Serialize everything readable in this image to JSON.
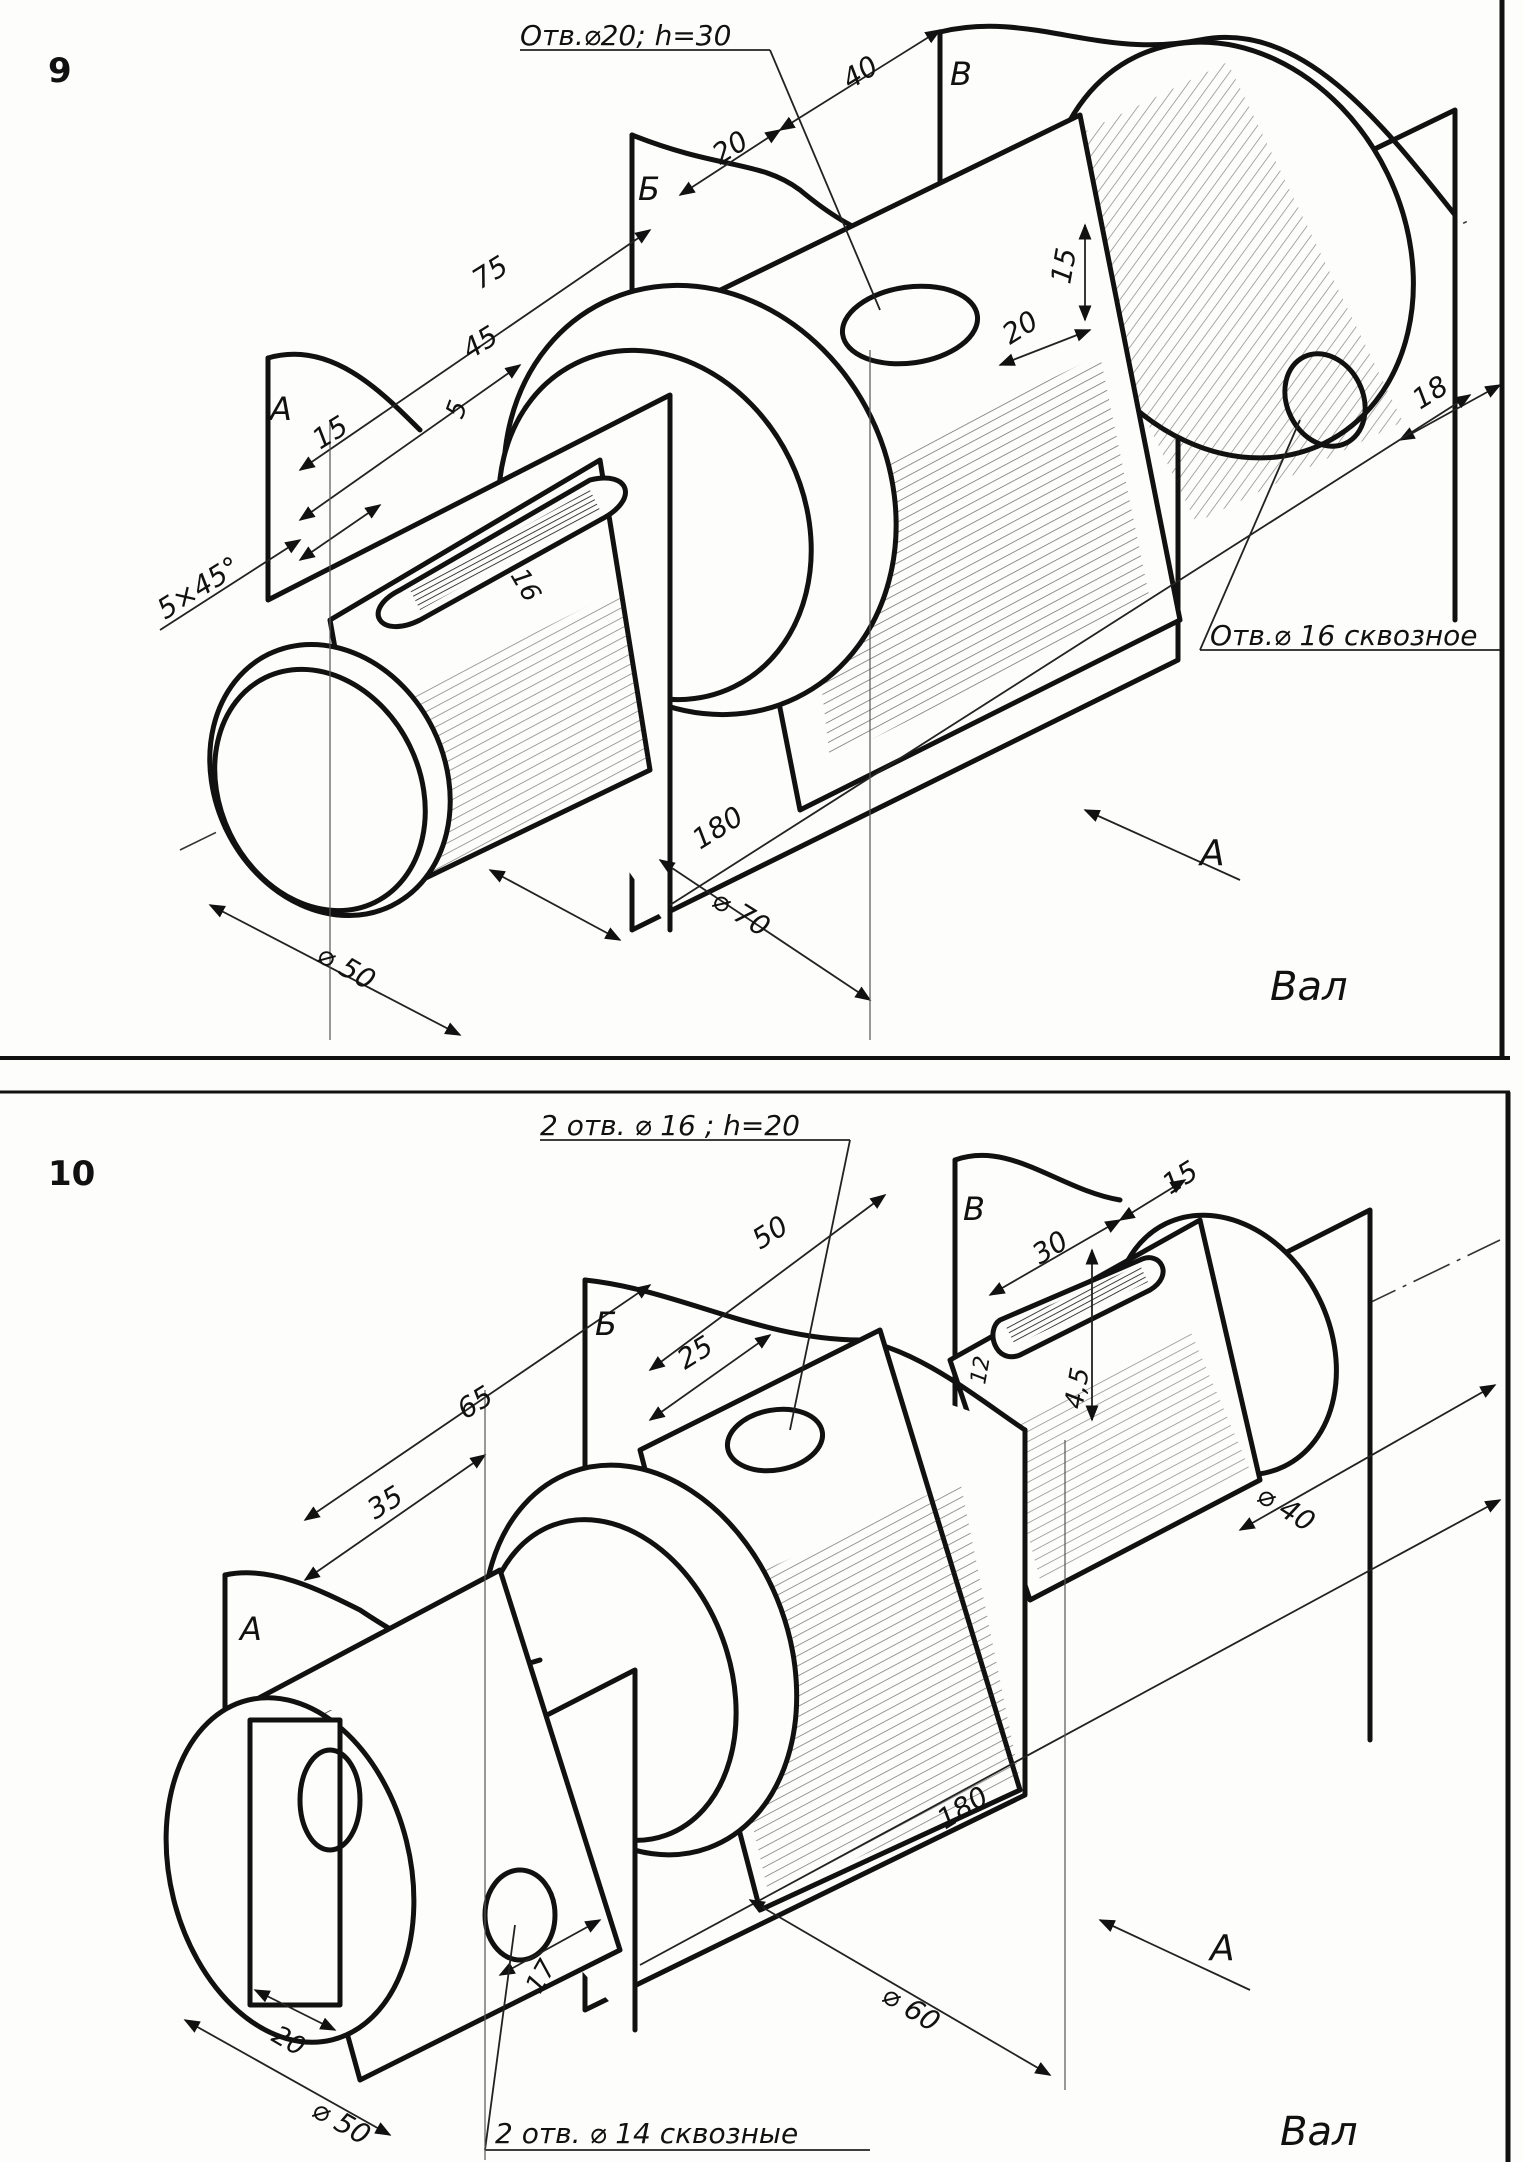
{
  "panels": [
    {
      "number": "9",
      "title": "Вал",
      "view_arrow": "A",
      "cut_planes": [
        "А",
        "Б",
        "В"
      ],
      "dimensions": [
        "75",
        "45",
        "15",
        "5",
        "16",
        "20",
        "40",
        "15",
        "20",
        "18",
        "180",
        "⌀ 70",
        "⌀ 50",
        "5×45°"
      ],
      "notes": [
        "Отв.⌀20; h=30",
        "Отв.⌀ 16 сквозное"
      ]
    },
    {
      "number": "10",
      "title": "Вал",
      "view_arrow": "A",
      "cut_planes": [
        "А",
        "Б",
        "В"
      ],
      "dimensions": [
        "65",
        "35",
        "50",
        "25",
        "30",
        "15",
        "4,5",
        "12",
        "⌀ 40",
        "180",
        "⌀ 60",
        "17",
        "20",
        "⌀ 50"
      ],
      "notes": [
        "2 отв. ⌀ 16 ; h=20",
        "2 отв.  ⌀ 14 сквозные"
      ]
    }
  ]
}
